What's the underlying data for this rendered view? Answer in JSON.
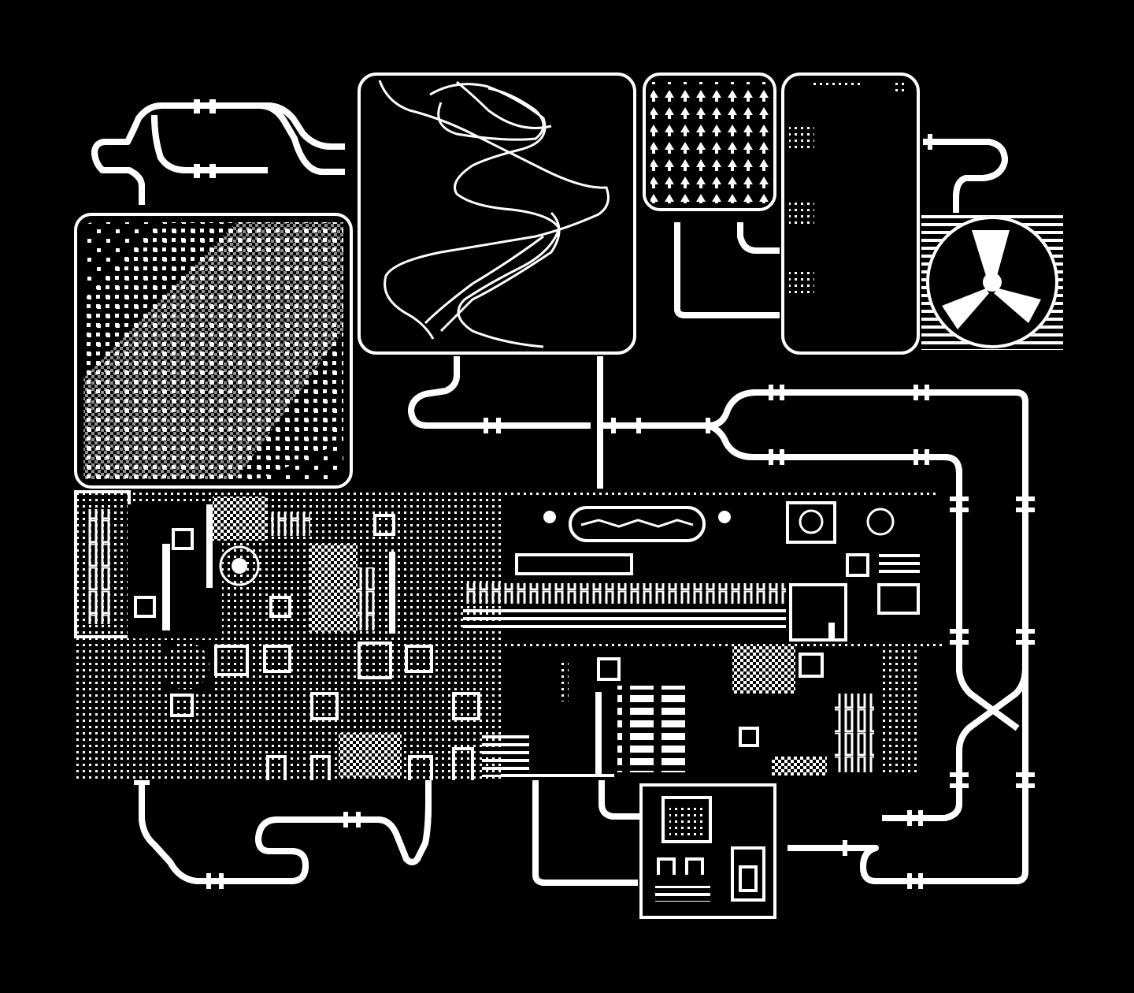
{
  "palette": {
    "background": "#000000",
    "foreground": "#ffffff"
  },
  "modules": [
    {
      "id": "dither-panel",
      "kind": "dithered-gradient-screen"
    },
    {
      "id": "waveform-screen",
      "kind": "oscilloscope-waveform"
    },
    {
      "id": "triangle-grid",
      "kind": "glyph-grid",
      "rows": 7,
      "cols": 8
    },
    {
      "id": "vertical-tank",
      "kind": "capsule-panel"
    },
    {
      "id": "fan-unit",
      "kind": "fan",
      "blades": 3
    },
    {
      "id": "circuit-board",
      "kind": "dense-circuitry"
    },
    {
      "id": "control-box",
      "kind": "keypad-module"
    }
  ],
  "icons": [
    "fan-icon",
    "gear-icon",
    "keypad-icon",
    "capsule-icon"
  ]
}
